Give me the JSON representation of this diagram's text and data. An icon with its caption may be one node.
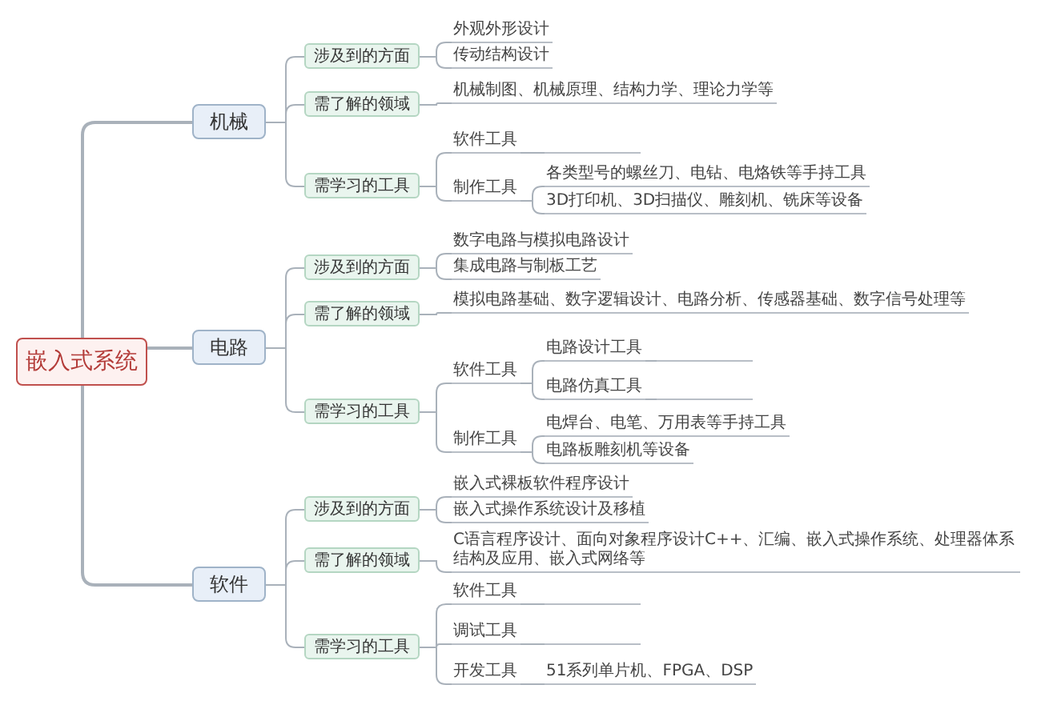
{
  "diagram": {
    "nodes": [
      {
        "text": [
          "嵌入式系统"
        ]
      },
      {
        "text": [
          "机械"
        ]
      },
      {
        "text": [
          "涉及到的方面"
        ]
      },
      {
        "text": [
          "外观外形设计"
        ]
      },
      {
        "text": [
          "传动结构设计"
        ]
      },
      {
        "text": [
          "需了解的领域"
        ]
      },
      {
        "text": [
          "机械制图、机械原理、结构力学、理论力学等"
        ]
      },
      {
        "text": [
          "需学习的工具"
        ]
      },
      {
        "text": [
          "软件工具"
        ]
      },
      {
        "text": [],
        "shape": "line"
      },
      {
        "text": [
          "制作工具"
        ]
      },
      {
        "text": [
          "各类型号的螺丝刀、电钻、电烙铁等手持工具"
        ]
      },
      {
        "text": [
          "3D打印机、3D扫描仪、雕刻机、铣床等设备"
        ]
      },
      {
        "text": [
          "电路"
        ]
      },
      {
        "text": [
          "涉及到的方面"
        ]
      },
      {
        "text": [
          "数字电路与模拟电路设计"
        ]
      },
      {
        "text": [
          "集成电路与制板工艺"
        ]
      },
      {
        "text": [
          "需了解的领域"
        ]
      },
      {
        "text": [
          "模拟电路基础、数字逻辑设计、电路分析、传感器基础、数字信号处理等"
        ]
      },
      {
        "text": [
          "需学习的工具"
        ]
      },
      {
        "text": [
          "软件工具"
        ]
      },
      {
        "text": [
          "电路设计工具"
        ]
      },
      {
        "text": [],
        "shape": "line"
      },
      {
        "text": [
          "电路仿真工具"
        ]
      },
      {
        "text": [],
        "shape": "line"
      },
      {
        "text": [
          "制作工具"
        ]
      },
      {
        "text": [
          "电焊台、电笔、万用表等手持工具"
        ]
      },
      {
        "text": [
          "电路板雕刻机等设备"
        ]
      },
      {
        "text": [
          "软件"
        ]
      },
      {
        "text": [
          "涉及到的方面"
        ]
      },
      {
        "text": [
          "嵌入式裸板软件程序设计"
        ]
      },
      {
        "text": [
          "嵌入式操作系统设计及移植"
        ]
      },
      {
        "text": [
          "需了解的领域"
        ]
      },
      {
        "text": [
          "C语言程序设计、面向对象程序设计C++、汇编、嵌入式操作系统、处理器体系结构及应用、嵌入式网络等"
        ]
      },
      {
        "text": [
          "需学习的工具"
        ]
      },
      {
        "text": [
          "软件工具"
        ]
      },
      {
        "text": [],
        "shape": "line"
      },
      {
        "text": [
          "调试工具"
        ]
      },
      {
        "text": [],
        "shape": "line"
      },
      {
        "text": [
          "开发工具"
        ]
      },
      {
        "text": [
          "51系列单片机、FPGA、DSP"
        ]
      }
    ],
    "edges": [
      {
        "from": 0,
        "to": 1,
        "arrow": "none"
      },
      {
        "from": 0,
        "to": 13,
        "arrow": "none"
      },
      {
        "from": 0,
        "to": 28,
        "arrow": "none"
      },
      {
        "from": 1,
        "to": 2,
        "arrow": "none"
      },
      {
        "from": 2,
        "to": 3,
        "arrow": "none"
      },
      {
        "from": 2,
        "to": 4,
        "arrow": "none"
      },
      {
        "from": 1,
        "to": 5,
        "arrow": "none"
      },
      {
        "from": 5,
        "to": 6,
        "arrow": "none"
      },
      {
        "from": 1,
        "to": 7,
        "arrow": "none"
      },
      {
        "from": 7,
        "to": 8,
        "arrow": "none"
      },
      {
        "from": 8,
        "to": 9,
        "arrow": "none"
      },
      {
        "from": 7,
        "to": 10,
        "arrow": "none"
      },
      {
        "from": 10,
        "to": 11,
        "arrow": "none"
      },
      {
        "from": 10,
        "to": 12,
        "arrow": "none"
      },
      {
        "from": 13,
        "to": 14,
        "arrow": "none"
      },
      {
        "from": 14,
        "to": 15,
        "arrow": "none"
      },
      {
        "from": 14,
        "to": 16,
        "arrow": "none"
      },
      {
        "from": 13,
        "to": 17,
        "arrow": "none"
      },
      {
        "from": 17,
        "to": 18,
        "arrow": "none"
      },
      {
        "from": 13,
        "to": 19,
        "arrow": "none"
      },
      {
        "from": 19,
        "to": 20,
        "arrow": "none"
      },
      {
        "from": 20,
        "to": 21,
        "arrow": "none"
      },
      {
        "from": 21,
        "to": 22,
        "arrow": "none"
      },
      {
        "from": 20,
        "to": 23,
        "arrow": "none"
      },
      {
        "from": 23,
        "to": 24,
        "arrow": "none"
      },
      {
        "from": 19,
        "to": 25,
        "arrow": "none"
      },
      {
        "from": 25,
        "to": 26,
        "arrow": "none"
      },
      {
        "from": 25,
        "to": 27,
        "arrow": "none"
      },
      {
        "from": 28,
        "to": 29,
        "arrow": "none"
      },
      {
        "from": 29,
        "to": 30,
        "arrow": "none"
      },
      {
        "from": 29,
        "to": 31,
        "arrow": "none"
      },
      {
        "from": 28,
        "to": 32,
        "arrow": "none"
      },
      {
        "from": 32,
        "to": 33,
        "arrow": "none"
      },
      {
        "from": 28,
        "to": 34,
        "arrow": "none"
      },
      {
        "from": 34,
        "to": 35,
        "arrow": "none"
      },
      {
        "from": 35,
        "to": 36,
        "arrow": "none"
      },
      {
        "from": 34,
        "to": 37,
        "arrow": "none"
      },
      {
        "from": 37,
        "to": 38,
        "arrow": "none"
      },
      {
        "from": 34,
        "to": 39,
        "arrow": "none"
      },
      {
        "from": 39,
        "to": 40,
        "arrow": "none"
      }
    ]
  }
}
